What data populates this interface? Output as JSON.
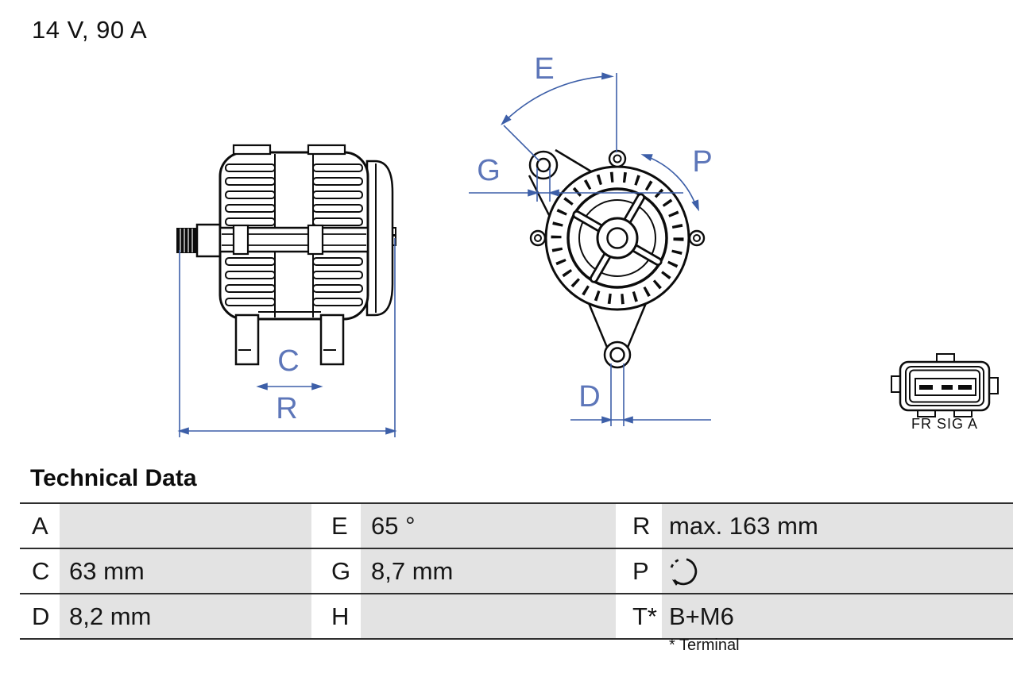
{
  "product": {
    "rating": "14 V, 90 A"
  },
  "drawings": {
    "side_view": {
      "dim_c_label": "C",
      "dim_r_label": "R"
    },
    "front_view": {
      "dim_e_label": "E",
      "dim_g_label": "G",
      "dim_p_label": "P",
      "dim_d_label": "D"
    },
    "connector": {
      "label": "FR SIG A"
    }
  },
  "technical_data": {
    "title": "Technical Data",
    "rows": [
      {
        "cells": [
          {
            "key": "A",
            "value": ""
          },
          {
            "key": "E",
            "value": "65 °"
          },
          {
            "key": "R",
            "value": "max. 163 mm"
          }
        ]
      },
      {
        "cells": [
          {
            "key": "C",
            "value": "63 mm"
          },
          {
            "key": "G",
            "value": "8,7 mm"
          },
          {
            "key": "P",
            "value": "",
            "icon": "rotation-direction-icon"
          }
        ]
      },
      {
        "cells": [
          {
            "key": "D",
            "value": "8,2 mm"
          },
          {
            "key": "H",
            "value": ""
          },
          {
            "key": "T*",
            "value": "B+M6"
          }
        ]
      }
    ],
    "footnote": "* Terminal"
  },
  "colors": {
    "dimension_blue": "#3d5fa8",
    "dimension_label_blue": "#5d76b9",
    "table_value_bg": "#e3e3e3",
    "table_line": "#2e2e2e",
    "drawing_stroke": "#0c0c0c"
  }
}
